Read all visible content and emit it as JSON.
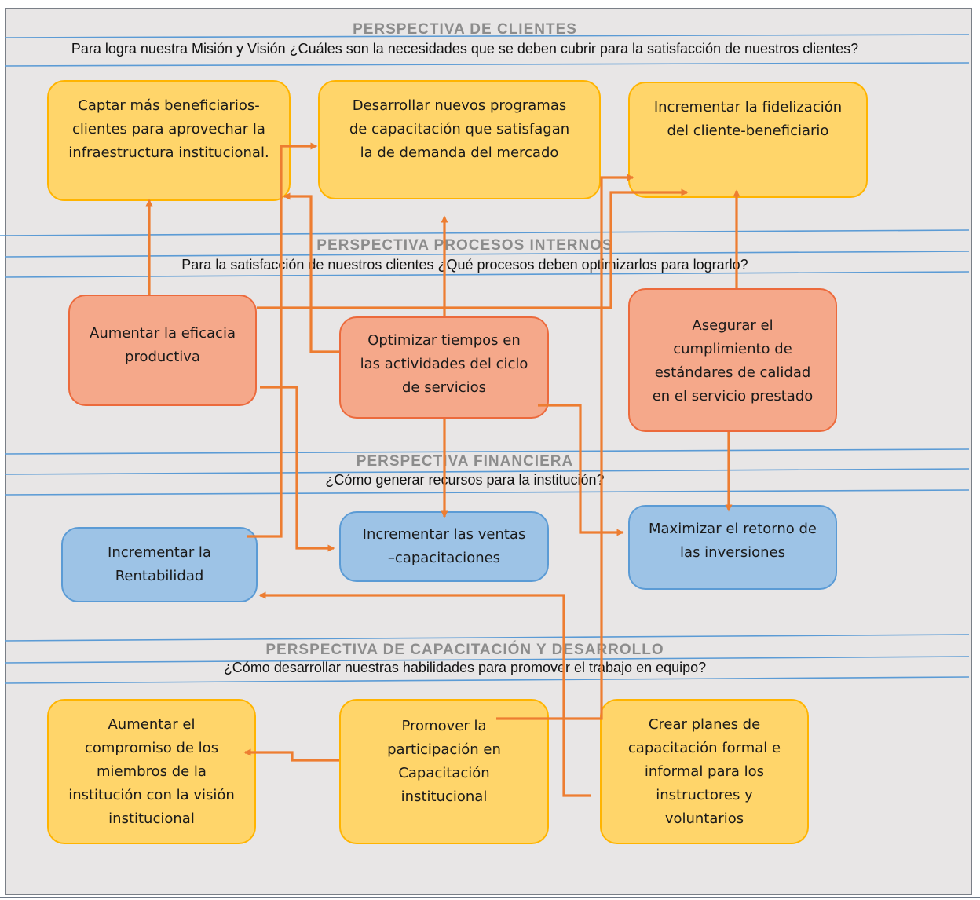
{
  "perspectives": [
    {
      "title": "PERSPECTIVA DE CLIENTES",
      "question": "Para logra nuestra Misión y Visión ¿Cuáles son la necesidades que se deben cubrir para la satisfacción de nuestros clientes?"
    },
    {
      "title": "PERSPECTIVA PROCESOS INTERNOS",
      "question": "Para la satisfacción de nuestros clientes ¿Qué procesos deben optimizarlos para lograrlo?"
    },
    {
      "title": "PERSPECTIVA FINANCIERA",
      "question": "¿Cómo generar recursos para la institución?"
    },
    {
      "title": "PERSPECTIVA DE CAPACITACIÓN Y DESARROLLO",
      "question": "¿Cómo desarrollar nuestras habilidades para promover el trabajo en equipo?"
    }
  ],
  "clientes": {
    "captar": "Captar más beneficiarios-clientes para aprovechar la infraestructura institucional.",
    "desarrollar": "Desarrollar nuevos programas de capacitación que satisfagan la de demanda del mercado",
    "fidelizacion": "Incrementar la fidelización del cliente-beneficiario"
  },
  "procesos": {
    "eficacia": "Aumentar la eficacia productiva",
    "optimizar": "Optimizar tiempos en las actividades del ciclo de servicios",
    "calidad": "Asegurar el cumplimiento de estándares de calidad en el servicio prestado"
  },
  "financiera": {
    "rentabilidad": "Incrementar la Rentabilidad",
    "ventas": "Incrementar las ventas –capacitaciones",
    "retorno": "Maximizar el retorno de las inversiones"
  },
  "capacitacion": {
    "compromiso": "Aumentar el compromiso  de los miembros de la institución con la visión institucional",
    "promover": "Promover la participación en Capacitación institucional",
    "planes": "Crear planes de capacitación formal e informal para los instructores y voluntarios"
  },
  "colors": {
    "arrow": "#ed7d31",
    "separator": "#5b9bd5",
    "yellow_fill": "#ffd56a",
    "salmon_fill": "#f5a88a",
    "blue_fill": "#9dc3e6"
  }
}
